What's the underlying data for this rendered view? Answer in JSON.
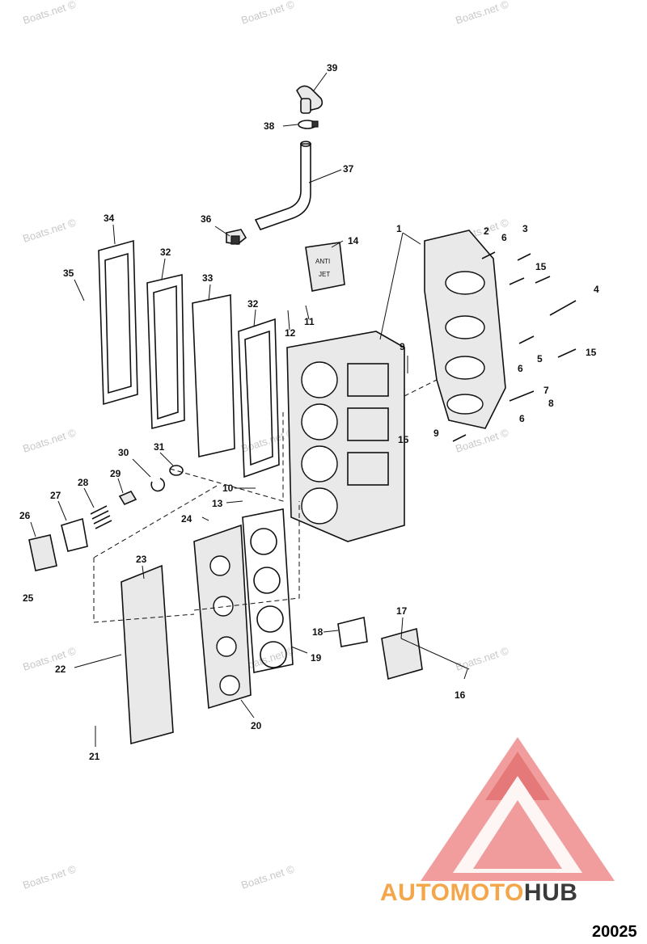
{
  "watermark": {
    "text": "Boats.net ©"
  },
  "callouts": [
    "1",
    "2",
    "3",
    "4",
    "5",
    "6",
    "7",
    "8",
    "9",
    "10",
    "11",
    "12",
    "13",
    "14",
    "15",
    "16",
    "17",
    "18",
    "19",
    "20",
    "21",
    "22",
    "23",
    "24",
    "25",
    "26",
    "27",
    "28",
    "29",
    "30",
    "31",
    "32",
    "33",
    "34",
    "35",
    "36",
    "37",
    "38",
    "39"
  ],
  "label_14_text": [
    "ANTI",
    "JET"
  ],
  "logo": {
    "part1": "AUTO",
    "part2": "MOTO",
    "part3": "HUB",
    "color_primary": "#f4a64a",
    "color_secondary": "#3a3a3a",
    "triangle_color": "#ef8c8c"
  },
  "drawing_number": "20025"
}
